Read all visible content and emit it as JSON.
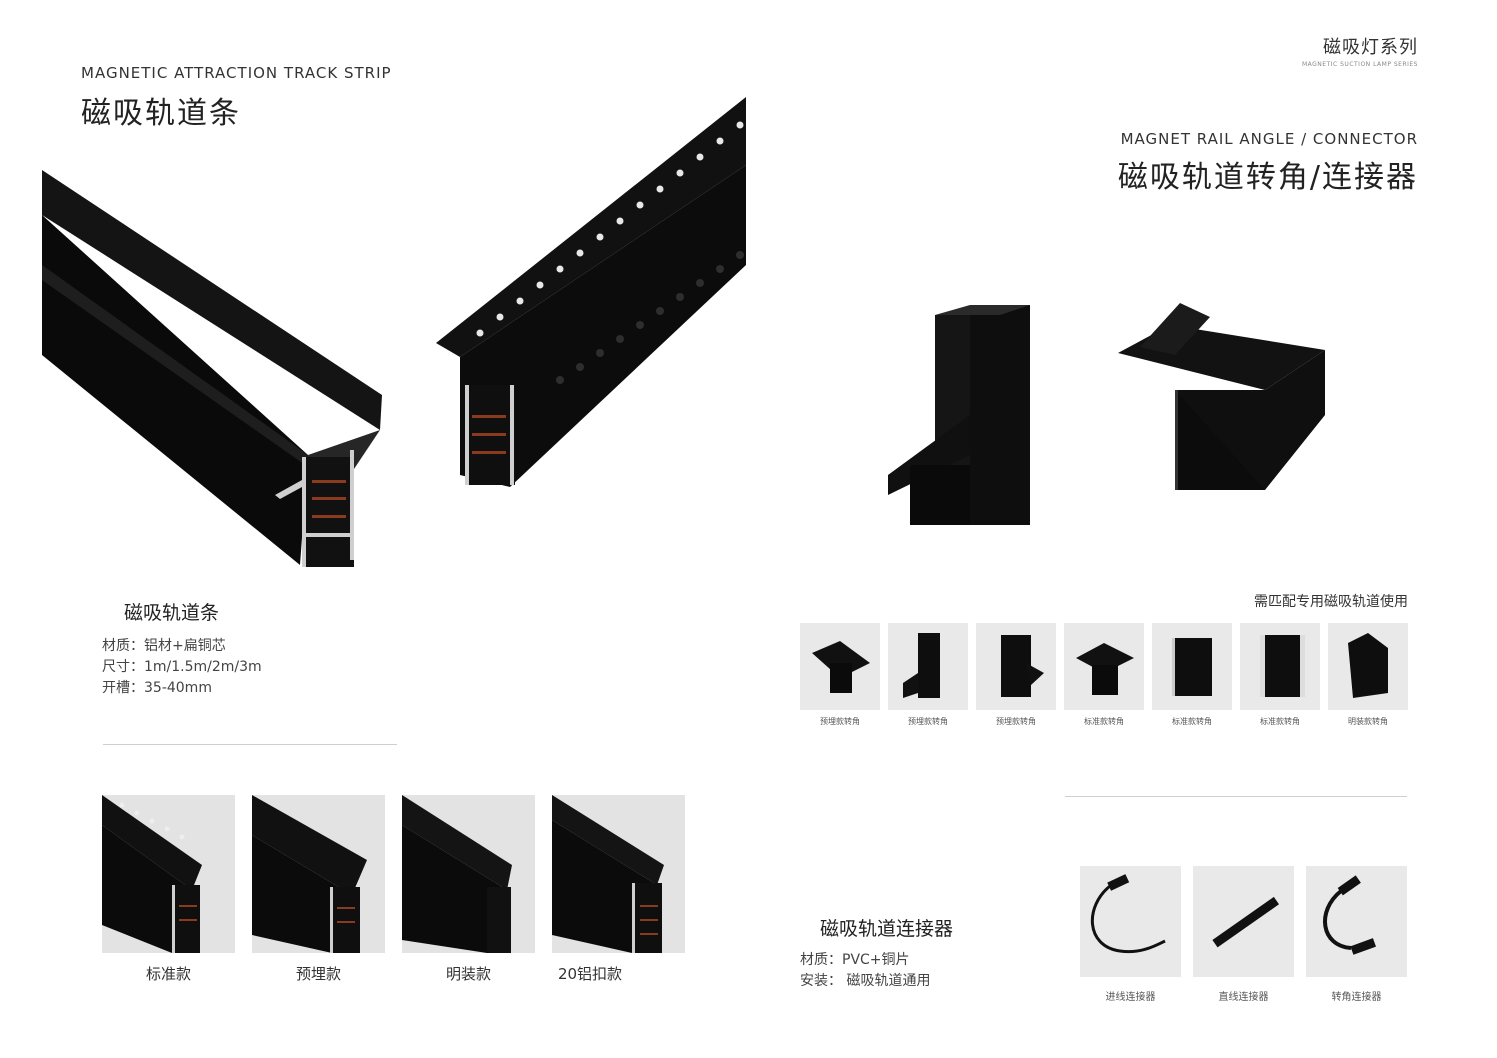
{
  "brand": {
    "series_cn": "磁吸灯系列",
    "series_en": "MAGNETIC SUCTION LAMP SERIES"
  },
  "left": {
    "title_en": "MAGNETIC ATTRACTION TRACK STRIP",
    "title_cn": "磁吸轨道条",
    "spec_title": "磁吸轨道条",
    "spec_lines": [
      "材质：铝材+扁铜芯",
      "尺寸：1m/1.5m/2m/3m",
      "开槽：35-40mm"
    ],
    "variants": [
      "标准款",
      "预埋款",
      "明装款",
      "20铝扣款"
    ]
  },
  "right": {
    "title_en": "MAGNET RAIL ANGLE / CONNECTOR",
    "title_cn": "磁吸轨道转角/连接器",
    "match_note": "需匹配专用磁吸轨道使用",
    "angle_labels": [
      "预埋款转角",
      "预埋款转角",
      "预埋款转角",
      "标准款转角",
      "标准款转角",
      "标准款转角",
      "明装款转角"
    ],
    "connector_title": "磁吸轨道连接器",
    "connector_lines": [
      "材质：PVC+铜片",
      "安装：   磁吸轨道通用"
    ],
    "connector_labels": [
      "进线连接器",
      "直线连接器",
      "转角连接器"
    ]
  },
  "colors": {
    "product_black": "#0d0d0d",
    "copper": "#8a3b1e",
    "aluminium": "#cfcfcf",
    "thumb_bg": "#e3e3e3"
  }
}
